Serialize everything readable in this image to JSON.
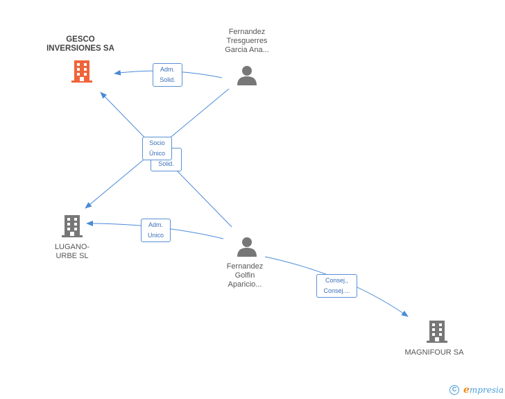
{
  "nodes": {
    "gesco": {
      "name_lines": [
        "GESCO",
        "INVERSIONES SA"
      ],
      "type": "company",
      "highlight": true
    },
    "fernandez_tresguerres": {
      "name_lines": [
        "Fernandez",
        "Tresguerres",
        "Garcia Ana..."
      ],
      "type": "person"
    },
    "lugano": {
      "name_lines": [
        "LUGANO-",
        "URBE SL"
      ],
      "type": "company"
    },
    "fernandez_golfin": {
      "name_lines": [
        "Fernandez",
        "Golfin",
        "Aparicio..."
      ],
      "type": "person"
    },
    "magnifour": {
      "name_lines": [
        "MAGNIFOUR SA"
      ],
      "type": "company"
    }
  },
  "edges": {
    "tresguerres_gesco": {
      "label_lines": [
        "Adm.",
        "Solid."
      ]
    },
    "socio_unico": {
      "label_lines": [
        "Socio",
        "Único"
      ]
    },
    "solid_hidden": {
      "label_lines": [
        "Solid."
      ]
    },
    "golfin_lugano": {
      "label_lines": [
        "Adm.",
        "Unico"
      ]
    },
    "golfin_magnifour": {
      "label_lines": [
        "Consej.,",
        "Consej...."
      ]
    }
  },
  "colors": {
    "highlight_company": "#f0643a",
    "company": "#777777",
    "person": "#777777",
    "edge": "#4a8ad8",
    "edge_label_border": "#5b8fd6"
  },
  "watermark": {
    "copyright_symbol": "C",
    "brand_first": "e",
    "brand_rest": "mpresia"
  }
}
